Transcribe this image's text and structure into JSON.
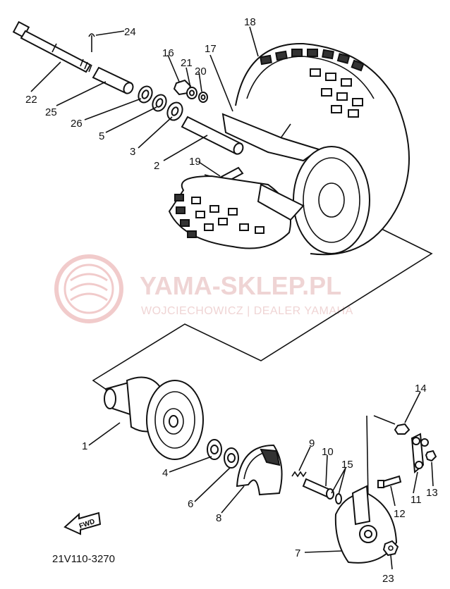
{
  "watermark": {
    "title": "YAMA-SKLEP.PL",
    "subtitle": "WOJCIECHOWICZ | DEALER YAMAHA",
    "color": "#e8a0a0"
  },
  "diagram_code": "21V110-3270",
  "fwd_label": "FWD",
  "callouts": [
    "1",
    "2",
    "3",
    "4",
    "5",
    "6",
    "7",
    "8",
    "9",
    "10",
    "11",
    "12",
    "13",
    "14",
    "15",
    "16",
    "17",
    "18",
    "19",
    "20",
    "21",
    "22",
    "23",
    "24",
    "25",
    "26"
  ]
}
